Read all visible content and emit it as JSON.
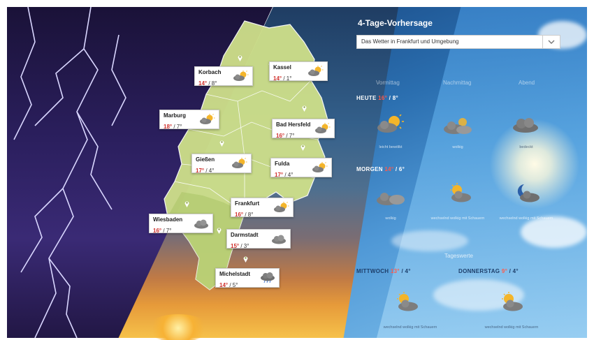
{
  "forecast": {
    "title": "4-Tage-Vorhersage",
    "region_select": {
      "value": "Das Wetter in Frankfurt und Umgebung"
    },
    "day_headers": [
      "Vormittag",
      "Nachmittag",
      "Abend"
    ],
    "today": {
      "label": "HEUTE",
      "max": "16°",
      "sep": " / ",
      "min": "8°",
      "periods": [
        {
          "icon": "sun-cloud-icon",
          "desc": "leicht bewölkt"
        },
        {
          "icon": "clouds-icon",
          "desc": "wolkig"
        },
        {
          "icon": "cloud-icon",
          "desc": "bedeckt"
        }
      ]
    },
    "tomorrow": {
      "label": "MORGEN",
      "max": "14°",
      "sep": " / ",
      "min": "6°",
      "periods": [
        {
          "icon": "clouds-icon",
          "desc": "wolkig"
        },
        {
          "icon": "sun-cloud-icon",
          "desc": "wechselnd wolkig mit Schauern"
        },
        {
          "icon": "moon-cloud-icon",
          "desc": "wechselnd wolkig mit Schauern"
        }
      ]
    },
    "later_header": "Tageswerte",
    "wednesday": {
      "label": "MITTWOCH",
      "max": "13°",
      "sep": " / ",
      "min": "4°",
      "icon": "sun-cloud-icon",
      "desc": "wechselnd wolkig mit Schauern"
    },
    "thursday": {
      "label": "DONNERSTAG",
      "max": "9°",
      "sep": " / ",
      "min": "4°",
      "icon": "sun-cloud-icon",
      "desc": "wechselnd wolkig mit Schauern"
    }
  },
  "map": {
    "cities": [
      {
        "name": "Korbach",
        "max": "14°",
        "sep": " / ",
        "min": "8°",
        "icon": "sun-cloud-icon"
      },
      {
        "name": "Kassel",
        "max": "14°",
        "sep": " / ",
        "min": "1°",
        "icon": "sun-cloud-icon"
      },
      {
        "name": "Marburg",
        "max": "18°",
        "sep": " / ",
        "min": "7°",
        "icon": "sun-cloud-icon"
      },
      {
        "name": "Bad Hersfeld",
        "max": "16°",
        "sep": " / ",
        "min": "7°",
        "icon": "sun-cloud-icon"
      },
      {
        "name": "Gießen",
        "max": "17°",
        "sep": " / ",
        "min": "4°",
        "icon": "sun-cloud-icon"
      },
      {
        "name": "Fulda",
        "max": "17°",
        "sep": " / ",
        "min": "4°",
        "icon": "sun-cloud-icon"
      },
      {
        "name": "Frankfurt",
        "max": "16°",
        "sep": " / ",
        "min": "8°",
        "icon": "sun-cloud-icon"
      },
      {
        "name": "Wiesbaden",
        "max": "16°",
        "sep": " / ",
        "min": "7°",
        "icon": "cloud-icon"
      },
      {
        "name": "Darmstadt",
        "max": "15°",
        "sep": " / ",
        "min": "3°",
        "icon": "cloud-icon"
      },
      {
        "name": "Michelstadt",
        "max": "14°",
        "sep": " / ",
        "min": "5°",
        "icon": "rain-cloud-icon"
      }
    ]
  },
  "colors": {
    "max_temp": "#d0312d",
    "today_max": "#ff5a4a",
    "map_fill": "#cfe08a"
  }
}
